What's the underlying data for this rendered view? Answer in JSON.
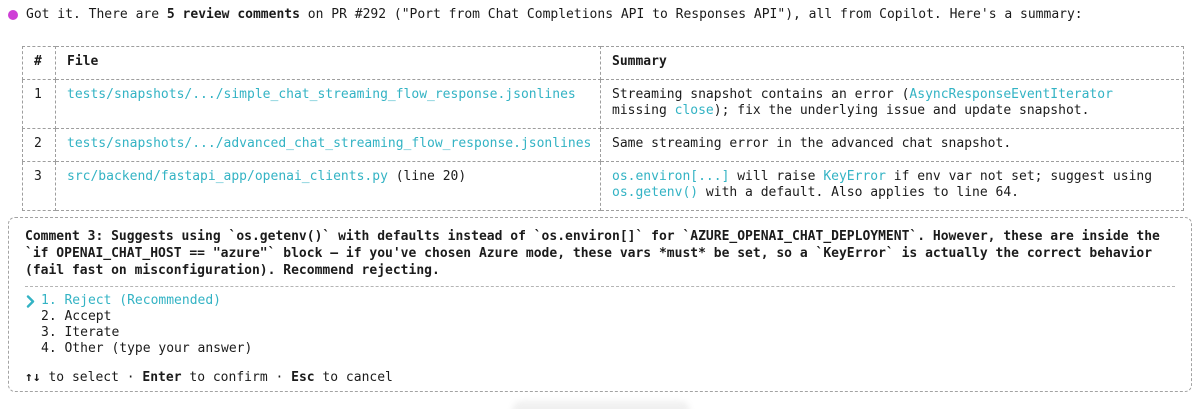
{
  "colors": {
    "accent_cyan": "#33b3c4",
    "bullet_magenta": "#ce3fd6"
  },
  "message": {
    "segments": [
      {
        "t": "Got it. There are "
      },
      {
        "t": "5 review comments",
        "c": "b"
      },
      {
        "t": " on PR #292 (\"Port from Chat Completions API to Responses API\"), all from Copilot. Here's a summary:"
      }
    ]
  },
  "table": {
    "headers": {
      "num": "#",
      "file": "File",
      "summary": "Summary"
    },
    "rows": [
      {
        "num": "1",
        "file": [
          {
            "t": "tests/snapshots/.../simple_chat_streaming_flow_response.jsonlines",
            "c": "code"
          }
        ],
        "summary": [
          {
            "t": "Streaming snapshot contains an error ("
          },
          {
            "t": "AsyncResponseEventIterator",
            "c": "code"
          },
          {
            "t": " missing "
          },
          {
            "t": "close",
            "c": "code"
          },
          {
            "t": "); fix the underlying issue and update snapshot."
          }
        ]
      },
      {
        "num": "2",
        "file": [
          {
            "t": "tests/snapshots/.../advanced_chat_streaming_flow_response.jsonlines",
            "c": "code"
          }
        ],
        "summary": [
          {
            "t": "Same streaming error in the advanced chat snapshot."
          }
        ]
      },
      {
        "num": "3",
        "file": [
          {
            "t": "src/backend/fastapi_app/openai_clients.py",
            "c": "code"
          },
          {
            "t": " (line 20)"
          }
        ],
        "summary": [
          {
            "t": "os.environ[...]",
            "c": "code"
          },
          {
            "t": " will raise "
          },
          {
            "t": "KeyError",
            "c": "code"
          },
          {
            "t": " if env var not set; suggest using "
          },
          {
            "t": "os.getenv()",
            "c": "code"
          },
          {
            "t": " with a default. Also applies to line 64."
          }
        ]
      }
    ]
  },
  "dialog": {
    "text": "Comment 3: Suggests using `os.getenv()` with defaults instead of `os.environ[]` for `AZURE_OPENAI_CHAT_DEPLOYMENT`. However, these are inside the `if OPENAI_CHAT_HOST == \"azure\"` block — if you've chosen Azure mode, these vars *must* be set, so a `KeyError` is actually the correct behavior (fail fast on misconfiguration). Recommend rejecting.",
    "options": [
      {
        "label": "1. Reject (Recommended)",
        "selected": true,
        "marker_icon": "chevron-right"
      },
      {
        "label": "2. Accept",
        "selected": false
      },
      {
        "label": "3. Iterate",
        "selected": false
      },
      {
        "label": "4. Other (type your answer)",
        "selected": false
      }
    ],
    "hint": {
      "segments": [
        {
          "t": "↑↓",
          "c": "b"
        },
        {
          "t": " to select · "
        },
        {
          "t": "Enter",
          "c": "b"
        },
        {
          "t": " to confirm · "
        },
        {
          "t": "Esc",
          "c": "b"
        },
        {
          "t": " to cancel"
        }
      ]
    }
  }
}
